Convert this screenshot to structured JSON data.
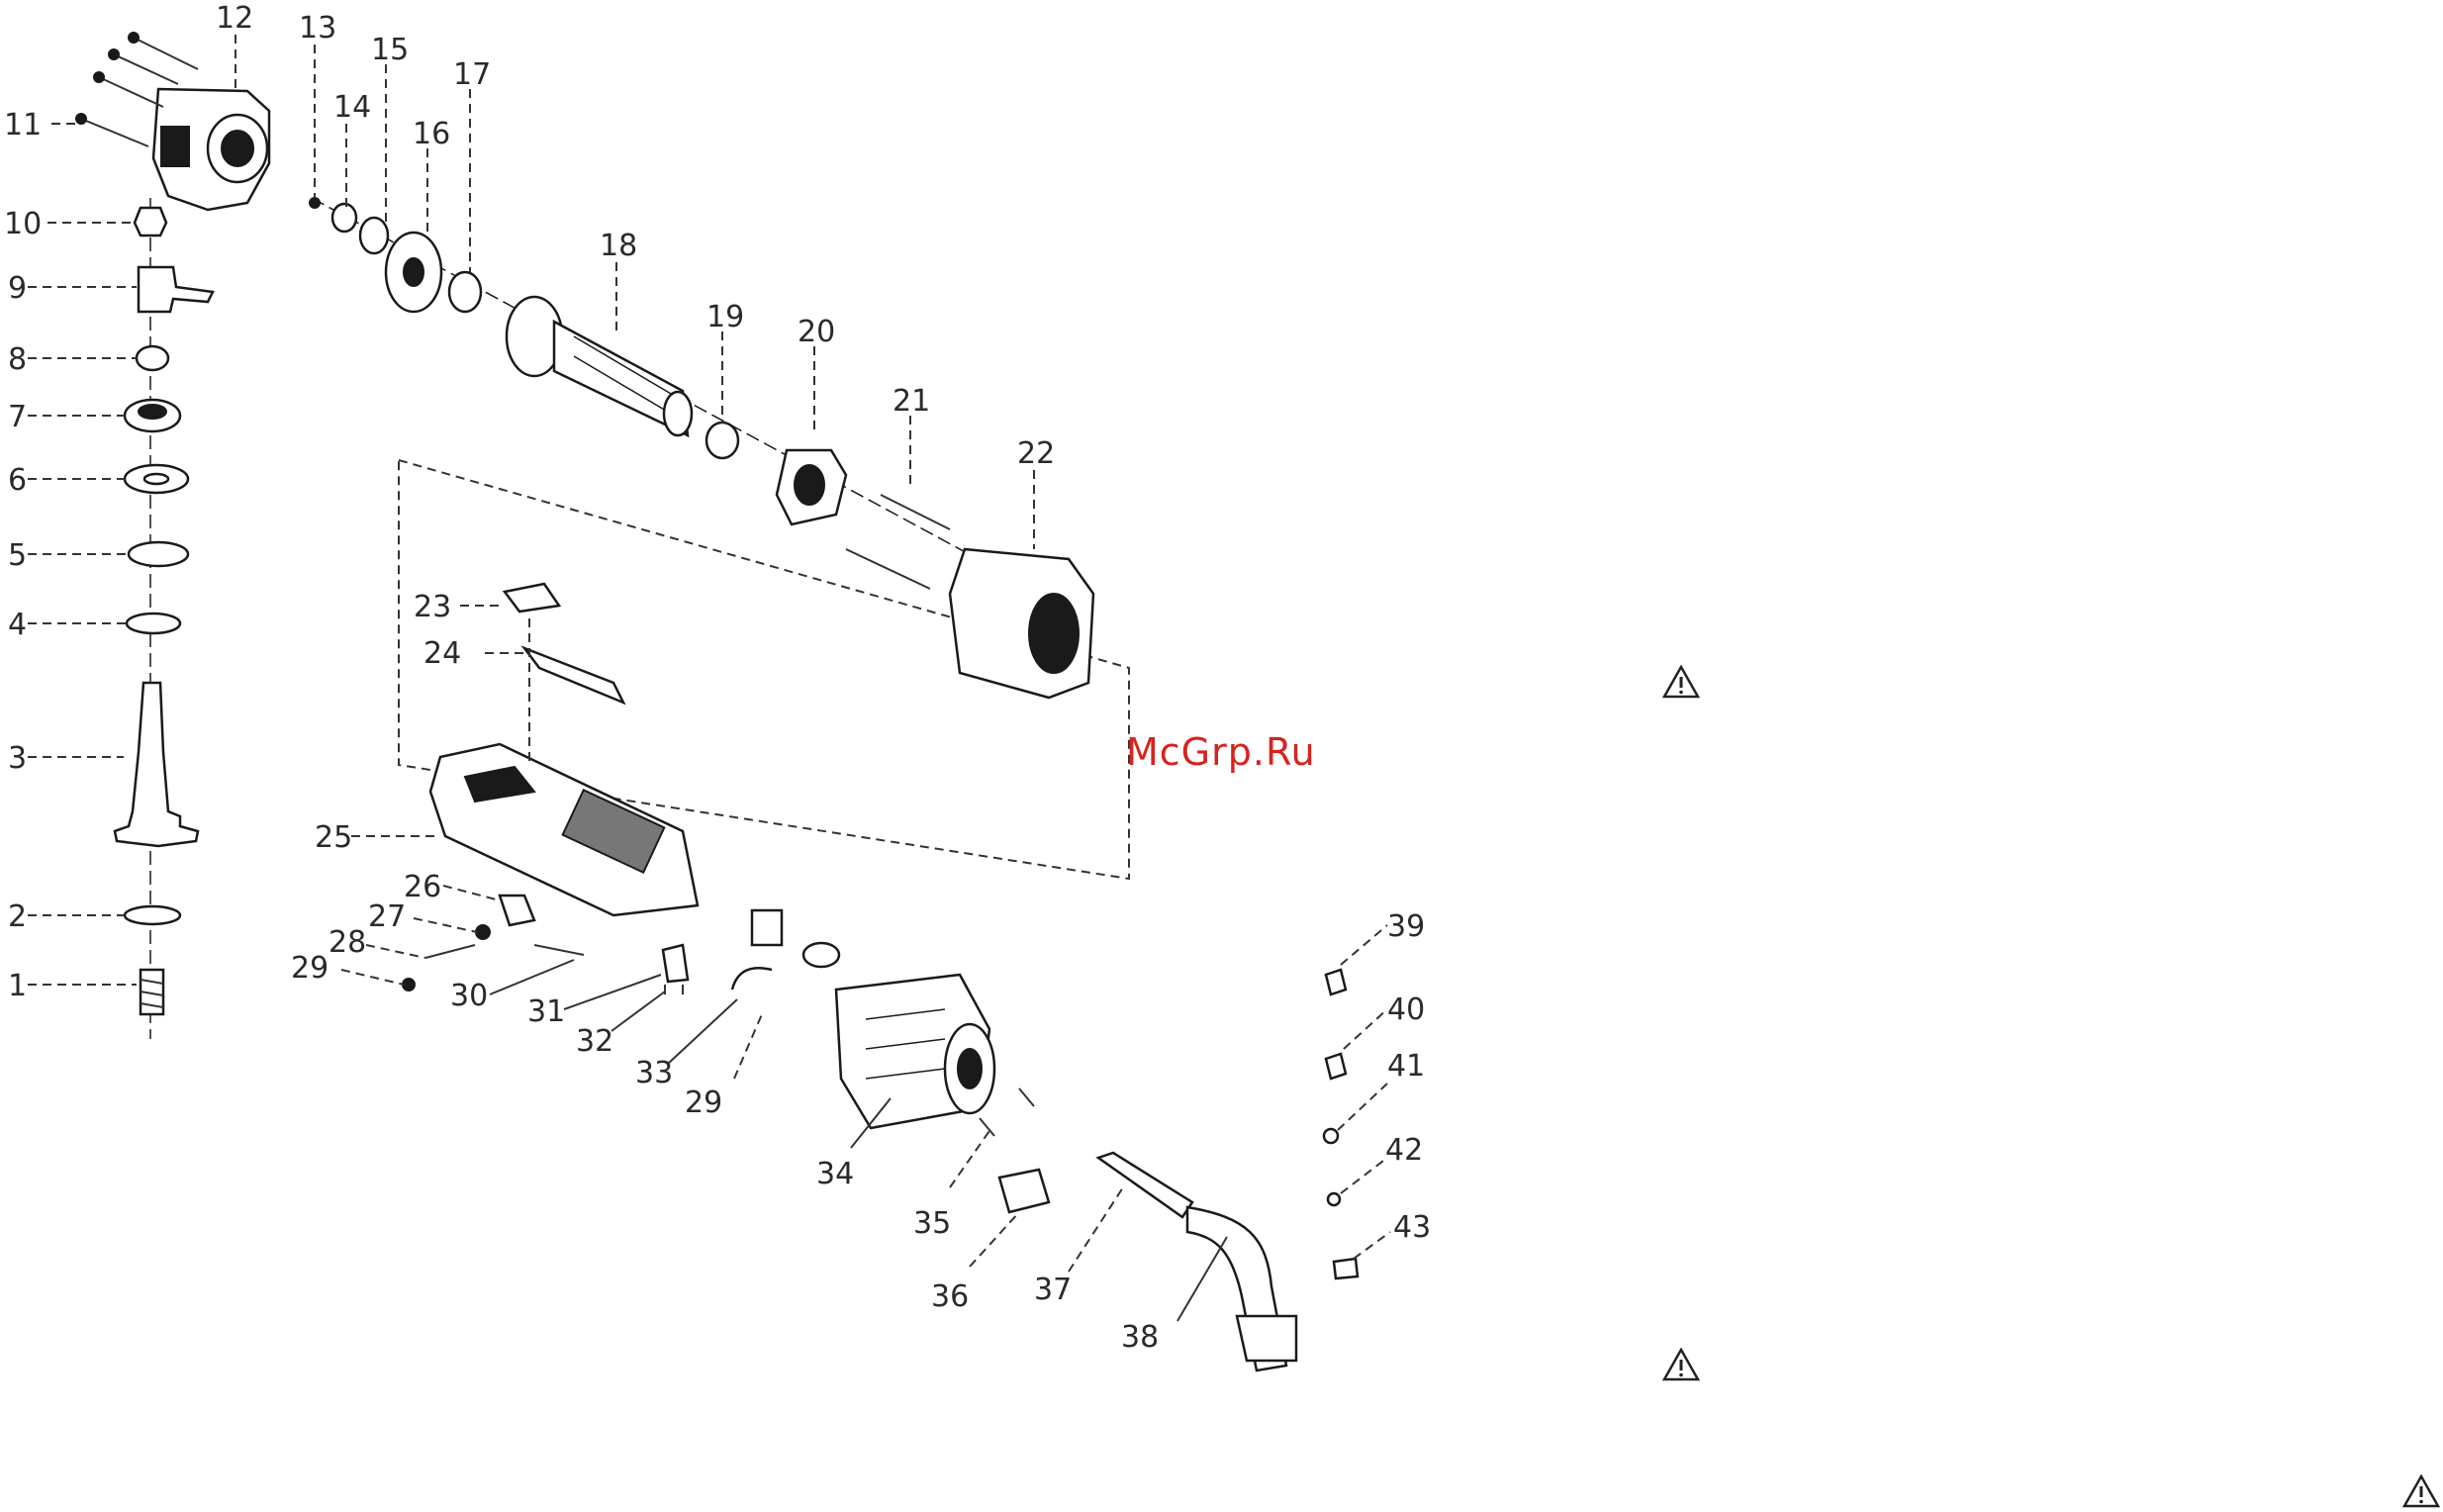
{
  "diagram": {
    "part_numbers": [
      "1",
      "2",
      "3",
      "4",
      "5",
      "6",
      "7",
      "8",
      "9",
      "10",
      "11",
      "12",
      "13",
      "14",
      "15",
      "16",
      "17",
      "18",
      "19",
      "20",
      "21",
      "22",
      "23",
      "24",
      "25",
      "26",
      "27",
      "28",
      "29",
      "30",
      "31",
      "32",
      "33",
      "29",
      "34",
      "35",
      "36",
      "37",
      "38",
      "39",
      "40",
      "41",
      "42",
      "43"
    ]
  },
  "watermark": {
    "text": "McGrp.Ru",
    "color": "#d8231f"
  },
  "warnings": [
    {
      "icon": "warning-triangle-icon"
    },
    {
      "icon": "warning-triangle-icon"
    },
    {
      "icon": "warning-triangle-icon"
    }
  ]
}
